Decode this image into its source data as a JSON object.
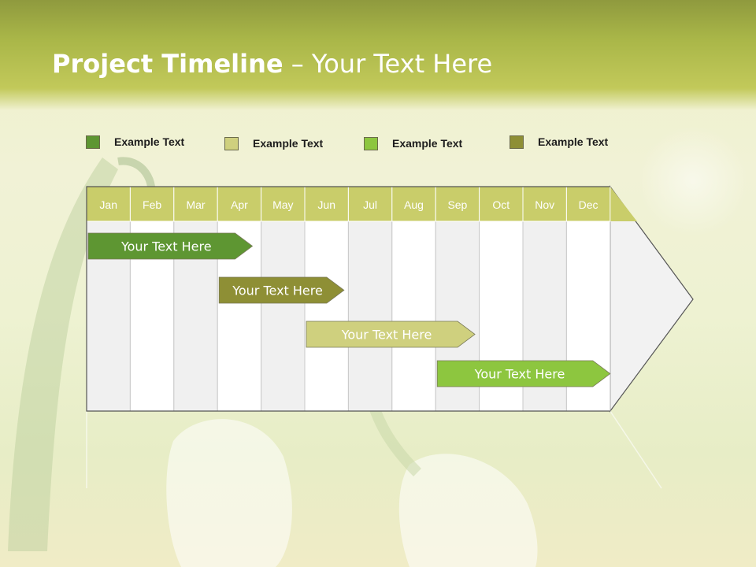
{
  "title": {
    "bold": "Project Timeline",
    "dash": " – ",
    "light": "Your Text Here"
  },
  "colors": {
    "dark_green": "#5e9632",
    "pale_green": "#cfd07e",
    "bright_green": "#8dc63f",
    "olive": "#8e8f35",
    "month_header": "#c9cd6a",
    "shaded_column": "#f0f0f0",
    "white_column": "#ffffff"
  },
  "legend": [
    {
      "label": "Example Text",
      "color": "#5e9632"
    },
    {
      "label": "Example Text",
      "color": "#cfd07e"
    },
    {
      "label": "Example Text",
      "color": "#8dc63f"
    },
    {
      "label": "Example Text",
      "color": "#8e8f35"
    }
  ],
  "chart_data": {
    "type": "table",
    "categories": [
      "Jan",
      "Feb",
      "Mar",
      "Apr",
      "May",
      "Jun",
      "Jul",
      "Aug",
      "Sep",
      "Oct",
      "Nov",
      "Dec"
    ],
    "series": [
      {
        "label": "Your  Text Here",
        "start_month": 0,
        "end_month": 3.8,
        "color": "#5e9632"
      },
      {
        "label": "Your  Text Here",
        "start_month": 3.0,
        "end_month": 5.9,
        "color": "#8e8f35"
      },
      {
        "label": "Your  Text Here",
        "start_month": 5.0,
        "end_month": 8.9,
        "color": "#cfd07e"
      },
      {
        "label": "Your  Text Here",
        "start_month": 8.0,
        "end_month": 12.0,
        "color": "#8dc63f"
      }
    ]
  }
}
